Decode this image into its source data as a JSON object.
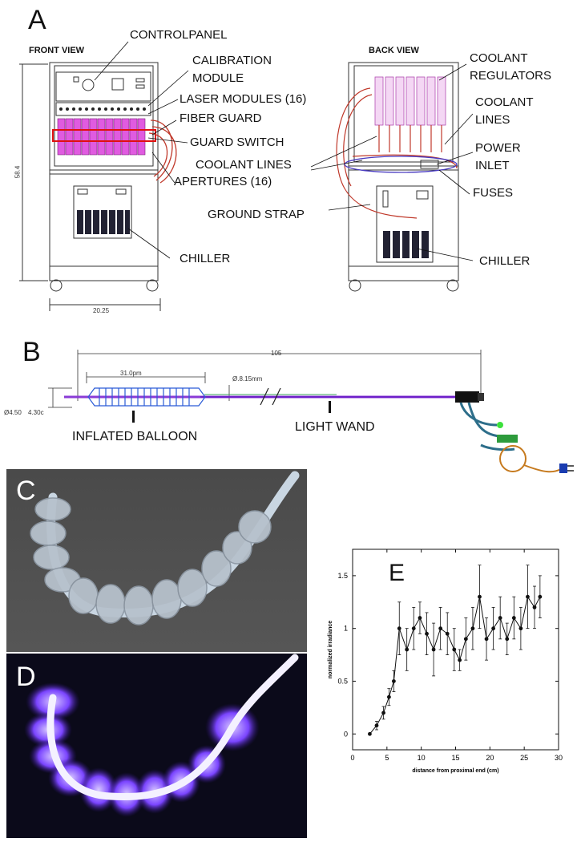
{
  "panel_a": {
    "letter": "A",
    "front_view": "FRONT VIEW",
    "back_view": "BACK VIEW",
    "front_labels": [
      "CONTROLPANEL",
      "CALIBRATION",
      "MODULE",
      "LASER MODULES (16)",
      "FIBER GUARD",
      "GUARD SWITCH",
      "COOLANT LINES",
      "APERTURES (16)",
      "GROUND STRAP",
      "CHILLER"
    ],
    "back_labels": [
      "COOLANT",
      "REGULATORS",
      "COOLANT",
      "LINES",
      "POWER",
      "INLET",
      "FUSES",
      "CHILLER"
    ],
    "height_dim": "58.4",
    "width_dim": "20.25"
  },
  "panel_b": {
    "letter": "B",
    "total_len": "105",
    "balloon_len": "31.0pm",
    "wand_dia": "Ø.8.15mm",
    "balloon_dia_a": "Ø4.50",
    "balloon_dia_b": "4.30c",
    "balloon_label": "INFLATED BALLOON",
    "wand_label": "LIGHT WAND"
  },
  "panel_c": {
    "letter": "C"
  },
  "panel_d": {
    "letter": "D"
  },
  "panel_e": {
    "letter": "E"
  },
  "chart_data": {
    "type": "line",
    "title": "",
    "xlabel": "distance from proximal end (cm)",
    "ylabel": "normalized irradiance",
    "xlim": [
      0,
      30
    ],
    "ylim": [
      -0.15,
      1.75
    ],
    "xticks": [
      0,
      5,
      10,
      15,
      20,
      25,
      30
    ],
    "yticks": [
      0,
      0.5,
      1,
      1.5
    ],
    "ytick_labels": [
      "0",
      "0.5",
      "1",
      "1.5"
    ],
    "series": [
      {
        "x": [
          2.5,
          3.5,
          4.5,
          5.3,
          6.0,
          6.8,
          7.9,
          8.9,
          9.8,
          10.8,
          11.8,
          12.8,
          13.8,
          14.8,
          15.6,
          16.5,
          17.5,
          18.5,
          19.5,
          20.5,
          21.5,
          22.5,
          23.5,
          24.5,
          25.5,
          26.5,
          27.3
        ],
        "y": [
          0.0,
          0.08,
          0.2,
          0.35,
          0.5,
          1.0,
          0.8,
          1.0,
          1.1,
          0.95,
          0.8,
          1.0,
          0.95,
          0.8,
          0.7,
          0.9,
          1.0,
          1.3,
          0.9,
          1.0,
          1.1,
          0.9,
          1.1,
          1.0,
          1.3,
          1.2,
          1.3
        ],
        "err": [
          0.0,
          0.04,
          0.06,
          0.08,
          0.1,
          0.25,
          0.2,
          0.2,
          0.15,
          0.2,
          0.25,
          0.2,
          0.2,
          0.2,
          0.1,
          0.2,
          0.2,
          0.3,
          0.2,
          0.2,
          0.2,
          0.15,
          0.2,
          0.2,
          0.3,
          0.2,
          0.2
        ]
      }
    ]
  }
}
